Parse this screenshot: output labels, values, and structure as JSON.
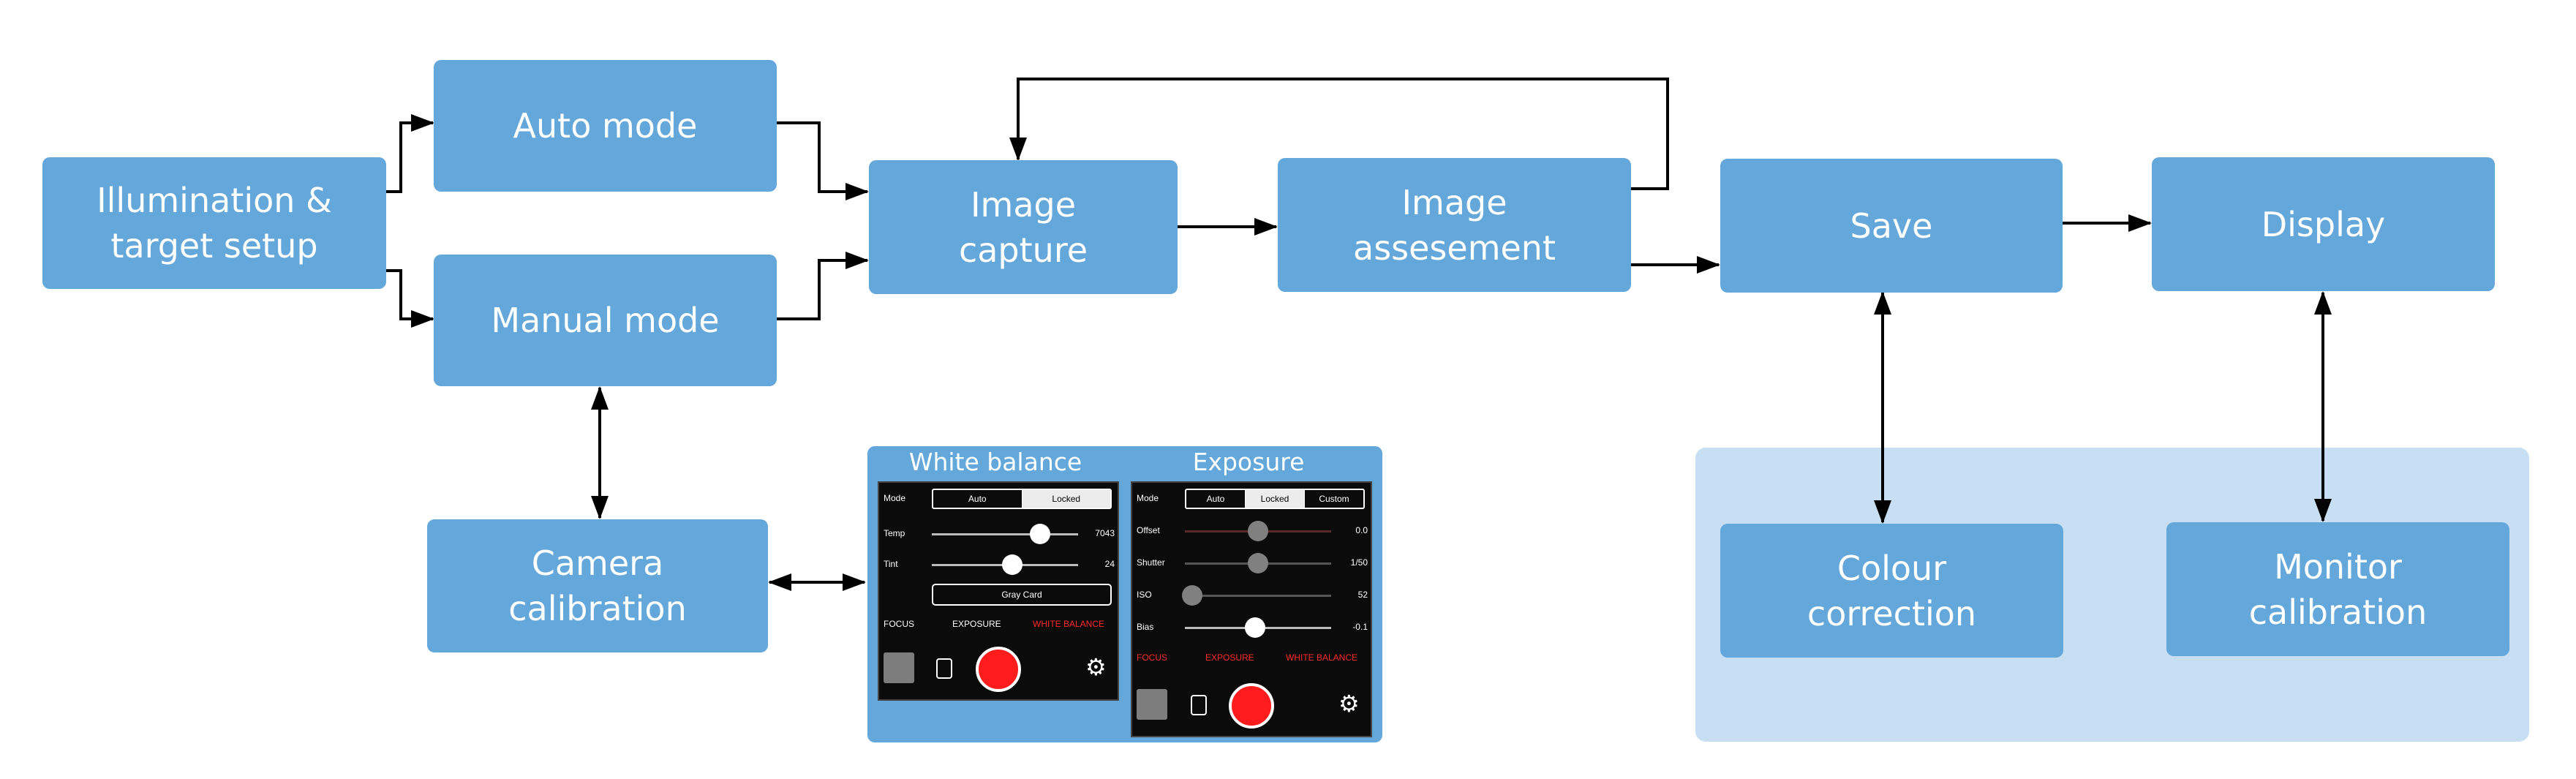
{
  "nodes": {
    "illumination": "Illumination &\ntarget setup",
    "auto": "Auto mode",
    "manual": "Manual mode",
    "capture": "Image\ncapture",
    "assessment": "Image\nassesement",
    "save": "Save",
    "display": "Display",
    "camera_cal": "Camera\ncalibration",
    "colour": "Colour\ncorrection",
    "monitor": "Monitor\ncalibration"
  },
  "white_balance_panel": {
    "title": "White balance",
    "mode_label": "Mode",
    "modes": [
      "Auto",
      "Locked"
    ],
    "active_mode": "Locked",
    "temp_label": "Temp",
    "temp_value": "7043",
    "temp_level": 0.74,
    "tint_label": "Tint",
    "tint_value": "24",
    "tint_level": 0.55,
    "gray_card": "Gray Card",
    "tabs": [
      "FOCUS",
      "EXPOSURE",
      "WHITE BALANCE"
    ]
  },
  "exposure_panel": {
    "title": "Exposure",
    "mode_label": "Mode",
    "modes": [
      "Auto",
      "Locked",
      "Custom"
    ],
    "active_mode": "Locked",
    "offset_label": "Offset",
    "offset_value": "0.0",
    "offset_level": 0.5,
    "shutter_label": "Shutter",
    "shutter_value": "1/50",
    "shutter_level": 0.5,
    "iso_label": "ISO",
    "iso_value": "52",
    "iso_level": 0.05,
    "bias_label": "Bias",
    "bias_value": "-0.1",
    "bias_level": 0.48,
    "tabs": [
      "FOCUS",
      "EXPOSURE",
      "WHITE BALANCE"
    ]
  },
  "colors": {
    "node": "#64a7da",
    "region": "#c8dff3",
    "accent_red": "#ff1c1c"
  }
}
